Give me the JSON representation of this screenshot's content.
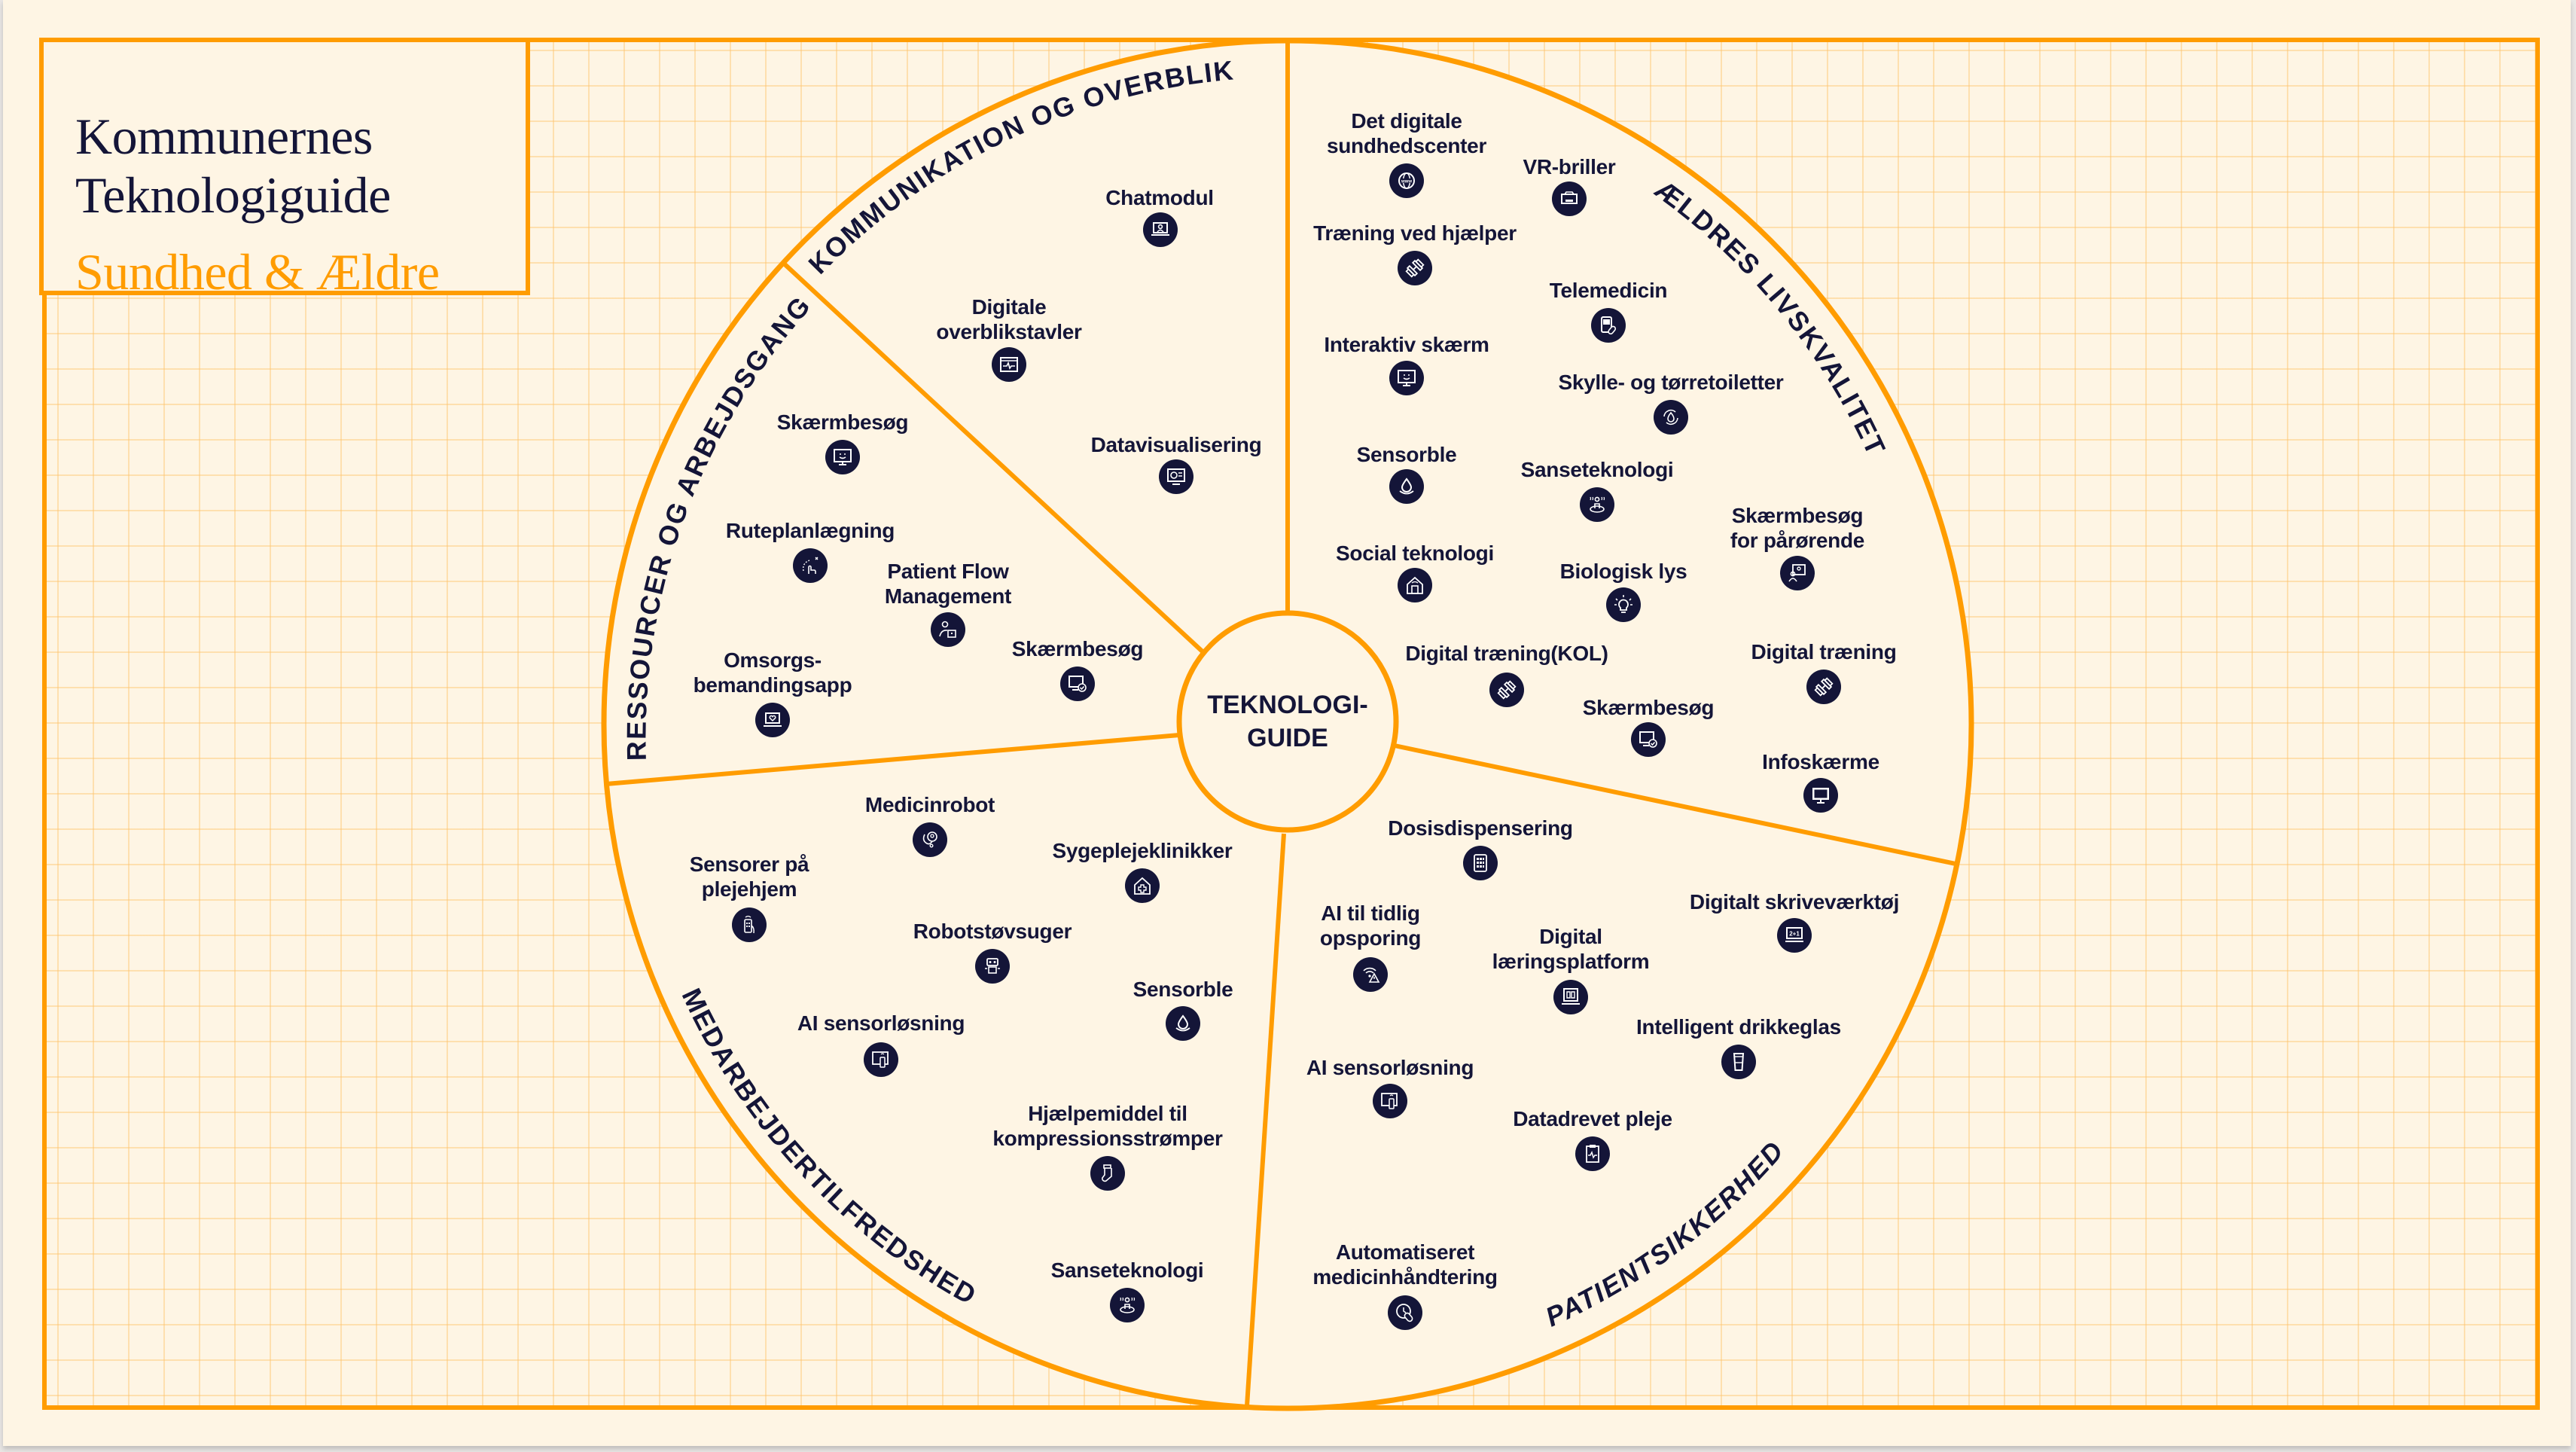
{
  "header": {
    "title_line1": "Kommunernes",
    "title_line2": "Teknologiguide",
    "subtitle": "Sundhed & Ældre"
  },
  "colors": {
    "accent": "#ff9c00",
    "ink": "#141538",
    "background": "#fef5e4",
    "grid": "#ffe2b5"
  },
  "center": {
    "label": "TEKNOLOGI-\nGUIDE"
  },
  "sectors": [
    {
      "title": "KOMMUNIKATION OG OVERBLIK",
      "items": [
        {
          "label": "Chatmodul",
          "icon": "laptop-user-icon"
        },
        {
          "label": "Digitale\noverblikstavler",
          "icon": "dashboard-pulse-icon"
        },
        {
          "label": "Datavisualisering",
          "icon": "monitor-chart-icon"
        }
      ]
    },
    {
      "title": "ÆLDRES LIVSKVALITET",
      "items": [
        {
          "label": "Det digitale\nsundhedscenter",
          "icon": "globe-www-icon"
        },
        {
          "label": "VR-briller",
          "icon": "vr-headset-icon"
        },
        {
          "label": "Træning ved hjælper",
          "icon": "dumbbell-icon"
        },
        {
          "label": "Telemedicin",
          "icon": "phone-pill-icon"
        },
        {
          "label": "Interaktiv skærm",
          "icon": "monitor-smile-icon"
        },
        {
          "label": "Skylle- og tørretoiletter",
          "icon": "water-cycle-icon"
        },
        {
          "label": "Sensorble",
          "icon": "water-drop-icon"
        },
        {
          "label": "Sanseteknologi",
          "icon": "sensory-person-icon"
        },
        {
          "label": "Skærmbesøg\nfor pårørende",
          "icon": "video-call-icon"
        },
        {
          "label": "Social teknologi",
          "icon": "smart-home-icon"
        },
        {
          "label": "Biologisk lys",
          "icon": "lightbulb-icon"
        },
        {
          "label": "Digital træning(KOL)",
          "icon": "dumbbell-icon"
        },
        {
          "label": "Digital træning",
          "icon": "dumbbell-icon"
        },
        {
          "label": "Skærmbesøg",
          "icon": "monitor-check-icon"
        },
        {
          "label": "Infoskærme",
          "icon": "monitor-icon"
        }
      ]
    },
    {
      "title": "PATIENTSIKKERHED",
      "items": [
        {
          "label": "Dosisdispensering",
          "icon": "pill-dispenser-icon"
        },
        {
          "label": "AI til tidlig\nopsporing",
          "icon": "wifi-alert-icon"
        },
        {
          "label": "Digital\nlæringsplatform",
          "icon": "laptop-book-icon"
        },
        {
          "label": "Digitalt skriveværktøj",
          "icon": "laptop-math-icon"
        },
        {
          "label": "Intelligent drikkeglas",
          "icon": "drinking-glass-icon"
        },
        {
          "label": "AI sensorløsning",
          "icon": "screen-remote-icon"
        },
        {
          "label": "Datadrevet pleje",
          "icon": "clipboard-pulse-icon"
        },
        {
          "label": "Automatiseret\nmedicinhåndtering",
          "icon": "clock-pill-icon"
        }
      ]
    },
    {
      "title": "MEDARBEJDERTILFREDSHED",
      "items": [
        {
          "label": "Medicinrobot",
          "icon": "stethoscope-robot-icon"
        },
        {
          "label": "Sygeplejeklinikker",
          "icon": "house-medical-icon"
        },
        {
          "label": "Sensorer på\nplejehjem",
          "icon": "remote-hand-icon"
        },
        {
          "label": "Robotstøvsuger",
          "icon": "robot-icon"
        },
        {
          "label": "Sensorble",
          "icon": "water-drop-icon"
        },
        {
          "label": "AI sensorløsning",
          "icon": "screen-remote-icon"
        },
        {
          "label": "Hjælpemiddel til\nkompressionsstrømper",
          "icon": "sock-icon"
        },
        {
          "label": "Sanseteknologi",
          "icon": "sensory-person-icon"
        }
      ]
    },
    {
      "title": "RESSOURCER OG ARBEJDSGANGE",
      "items": [
        {
          "label": "Skærmbesøg",
          "icon": "monitor-smile-icon"
        },
        {
          "label": "Ruteplanlægning",
          "icon": "route-hand-icon"
        },
        {
          "label": "Patient Flow\nManagement",
          "icon": "person-medkit-icon"
        },
        {
          "label": "Omsorgs-\nbemandingsapp",
          "icon": "laptop-heart-icon"
        },
        {
          "label": "Skærmbesøg",
          "icon": "monitor-check-icon"
        }
      ]
    }
  ]
}
